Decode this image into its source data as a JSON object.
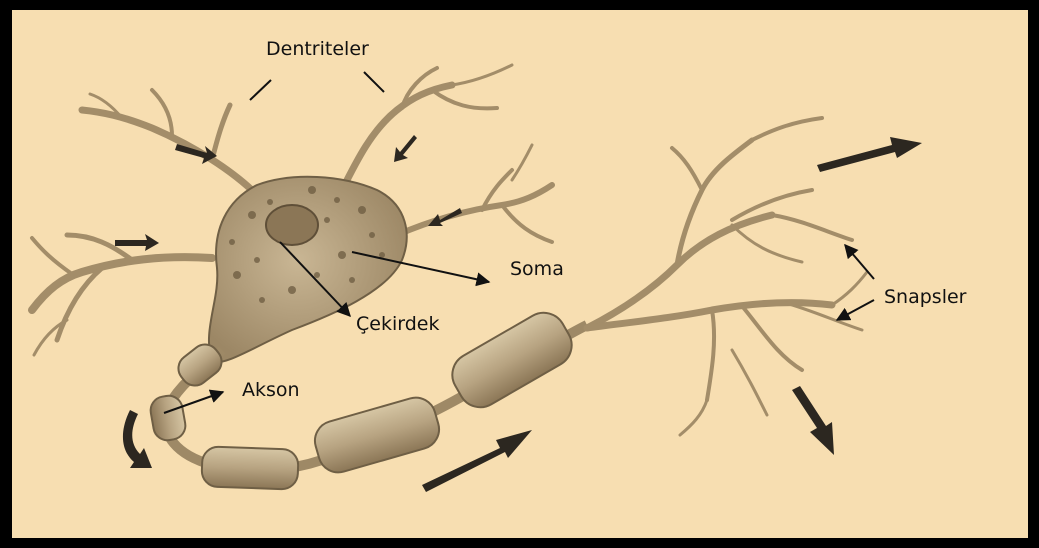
{
  "diagram": {
    "labels": {
      "dendrites": "Dentriteler",
      "soma": "Soma",
      "nucleus": "Çekirdek",
      "axon": "Akson",
      "synapses": "Snapsler"
    },
    "colors": {
      "background": "#f7deb1",
      "frame": "#000000",
      "cell_fill": "#b5a07e",
      "cell_stroke": "#6f5f45",
      "axon_segment": "#bba888",
      "arrow": "#2c2720"
    }
  }
}
